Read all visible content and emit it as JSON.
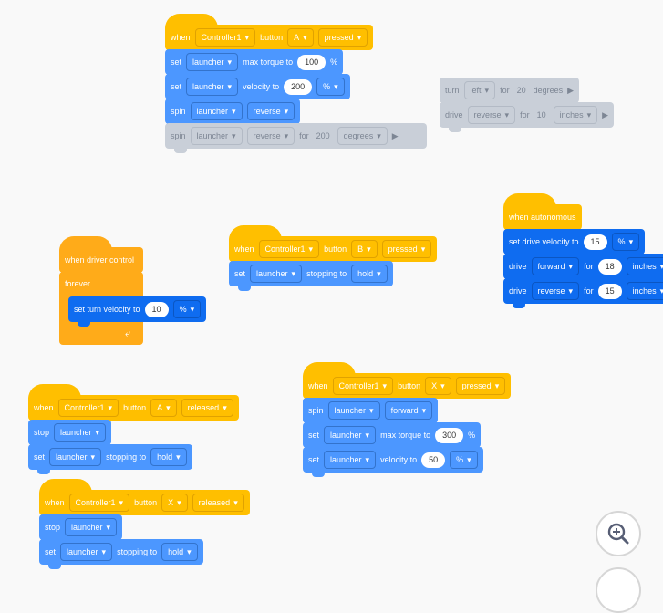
{
  "stacks": {
    "s1": {
      "b0": {
        "w": "when",
        "c": "Controller1",
        "b": "button",
        "k": "A",
        "e": "pressed"
      },
      "b1": {
        "a": "set",
        "m": "launcher",
        "p": "max torque to",
        "v": "100",
        "u": "%"
      },
      "b2": {
        "a": "set",
        "m": "launcher",
        "p": "velocity to",
        "v": "200",
        "u": "%"
      },
      "b3": {
        "a": "spin",
        "m": "launcher",
        "d": "reverse"
      },
      "b4": {
        "a": "spin",
        "m": "launcher",
        "d": "reverse",
        "f": "for",
        "v": "200",
        "u": "degrees"
      }
    },
    "s2": {
      "b0": {
        "a": "turn",
        "d": "left",
        "f": "for",
        "v": "20",
        "u": "degrees"
      },
      "b1": {
        "a": "drive",
        "d": "reverse",
        "f": "for",
        "v": "10",
        "u": "inches"
      }
    },
    "s3": {
      "b0": {
        "t": "when autonomous"
      },
      "b1": {
        "a": "set drive velocity to",
        "v": "15",
        "u": "%"
      },
      "b2": {
        "a": "drive",
        "d": "forward",
        "f": "for",
        "v": "18",
        "u": "inches"
      },
      "b3": {
        "a": "drive",
        "d": "reverse",
        "f": "for",
        "v": "15",
        "u": "inches"
      }
    },
    "s4": {
      "b0": {
        "t": "when driver control"
      },
      "b1": {
        "t": "forever"
      },
      "b2": {
        "a": "set turn velocity to",
        "v": "10",
        "u": "%"
      }
    },
    "s5": {
      "b0": {
        "w": "when",
        "c": "Controller1",
        "b": "button",
        "k": "B",
        "e": "pressed"
      },
      "b1": {
        "a": "set",
        "m": "launcher",
        "p": "stopping to",
        "v": "hold"
      }
    },
    "s6": {
      "b0": {
        "w": "when",
        "c": "Controller1",
        "b": "button",
        "k": "A",
        "e": "released"
      },
      "b1": {
        "a": "stop",
        "m": "launcher"
      },
      "b2": {
        "a": "set",
        "m": "launcher",
        "p": "stopping to",
        "v": "hold"
      }
    },
    "s7": {
      "b0": {
        "w": "when",
        "c": "Controller1",
        "b": "button",
        "k": "X",
        "e": "pressed"
      },
      "b1": {
        "a": "spin",
        "m": "launcher",
        "d": "forward"
      },
      "b2": {
        "a": "set",
        "m": "launcher",
        "p": "max torque to",
        "v": "300",
        "u": "%"
      },
      "b3": {
        "a": "set",
        "m": "launcher",
        "p": "velocity to",
        "v": "50",
        "u": "%"
      }
    },
    "s8": {
      "b0": {
        "w": "when",
        "c": "Controller1",
        "b": "button",
        "k": "X",
        "e": "released"
      },
      "b1": {
        "a": "stop",
        "m": "launcher"
      },
      "b2": {
        "a": "set",
        "m": "launcher",
        "p": "stopping to",
        "v": "hold"
      }
    }
  },
  "colors": {
    "event": "#ffbf00",
    "motion": "#4c97ff",
    "drivetrain": "#0f6cf0",
    "control": "#ffab19",
    "disabled": "#c9cfd8"
  },
  "icons": {
    "zoom_in": "zoom-in-icon"
  }
}
